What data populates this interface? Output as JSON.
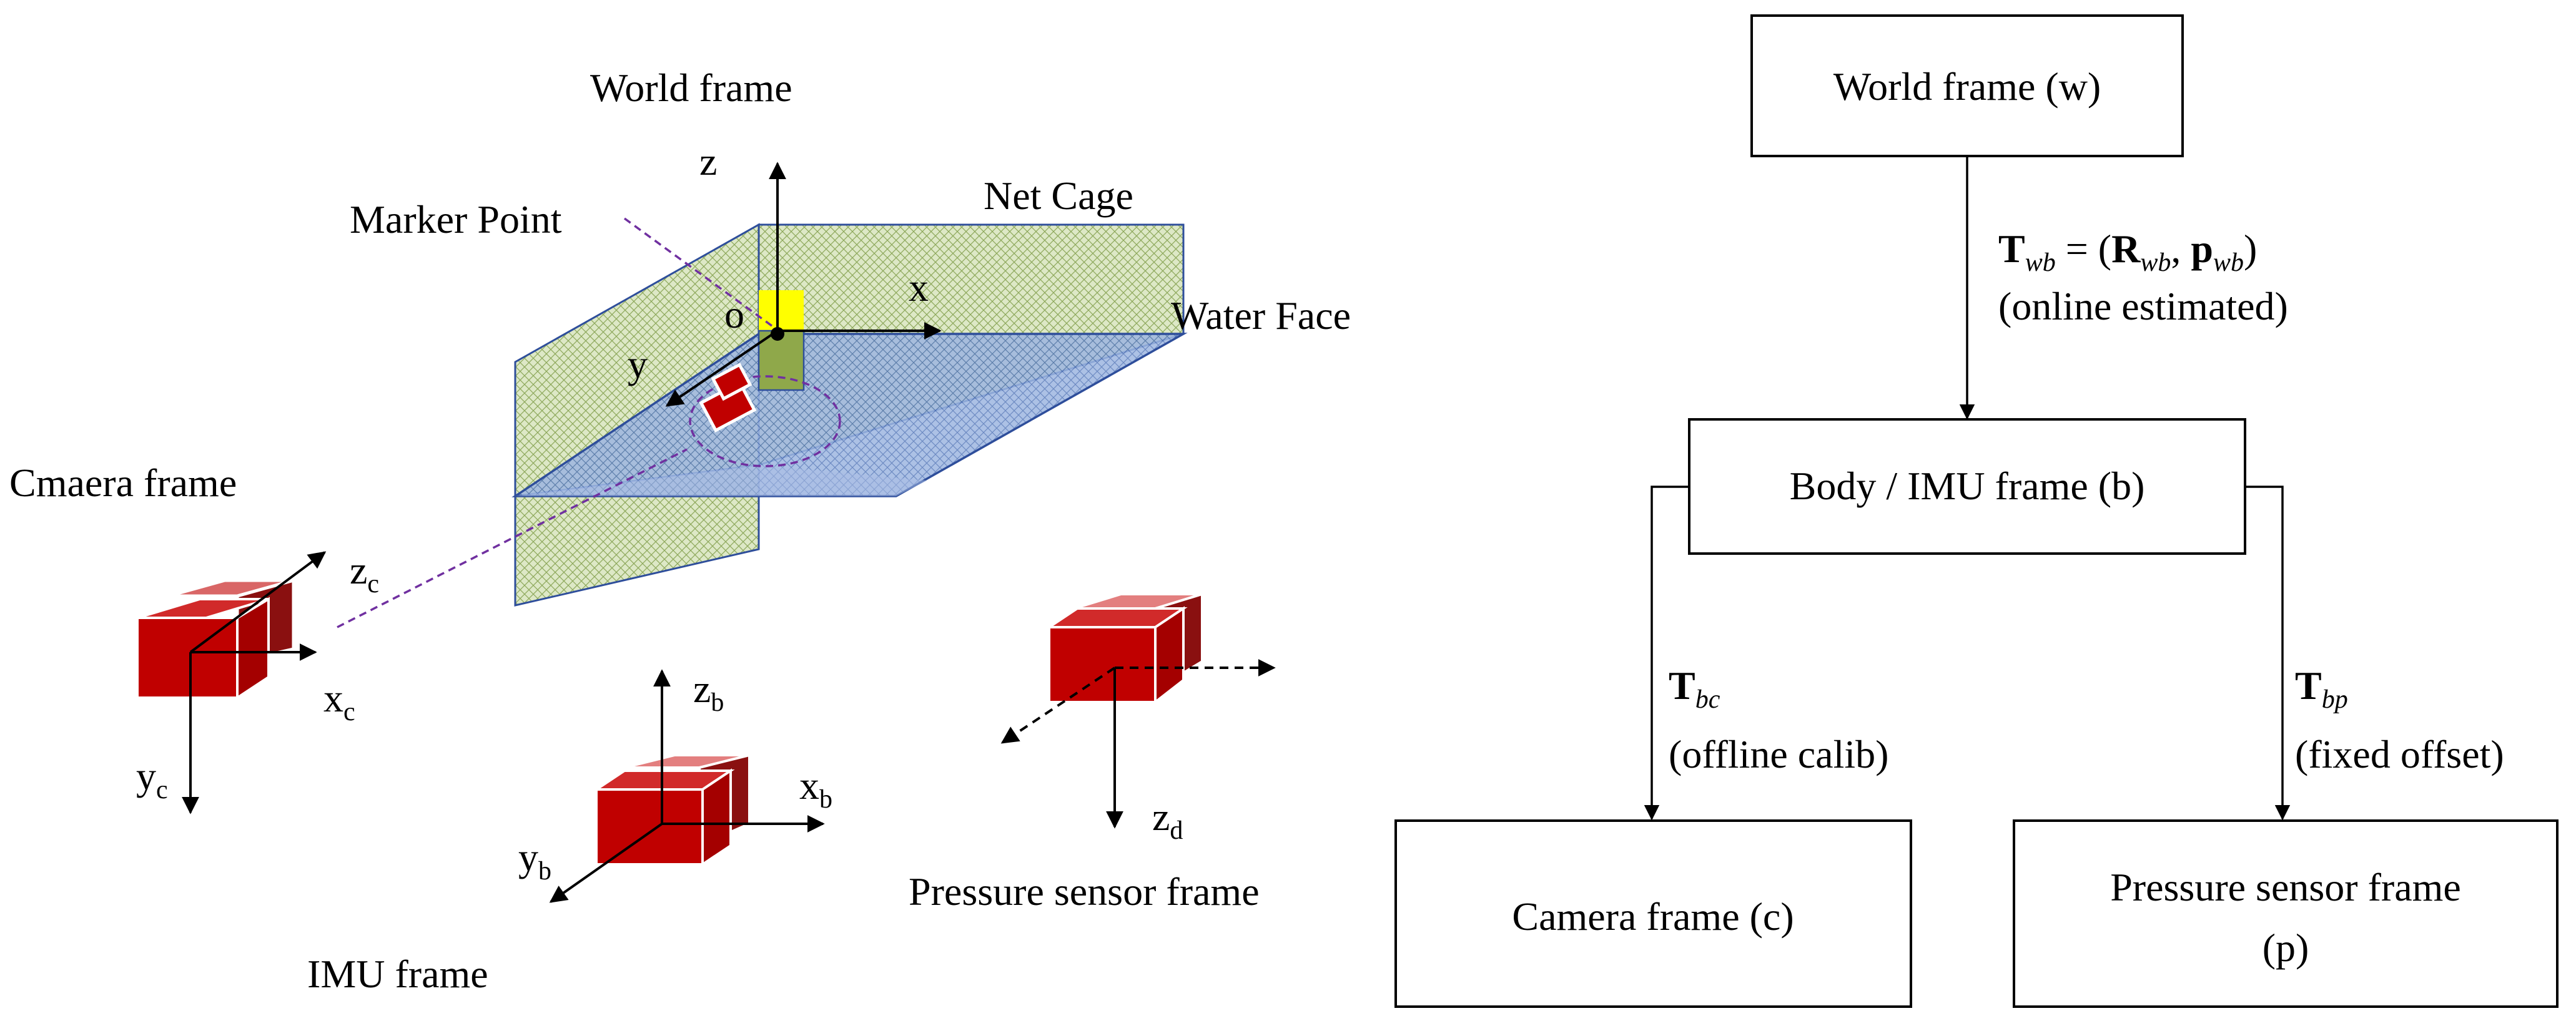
{
  "left_figure": {
    "world_frame_label": "World frame",
    "marker_point_label": "Marker Point",
    "net_cage_label": "Net Cage",
    "water_face_label": "Water Face",
    "camera_frame_label": "Cmaera frame",
    "imu_frame_label": "IMU frame",
    "pressure_frame_label": "Pressure sensor frame",
    "world_axes": {
      "z": "z",
      "x": "x",
      "y": "y",
      "origin": "o"
    },
    "camera_axes": {
      "z": "z",
      "z_sub": "c",
      "x": "x",
      "x_sub": "c",
      "y": "y",
      "y_sub": "c"
    },
    "imu_axes": {
      "z": "z",
      "z_sub": "b",
      "x": "x",
      "x_sub": "b",
      "y": "y",
      "y_sub": "b"
    },
    "pressure_axes": {
      "z": "z",
      "z_sub": "d"
    },
    "colors": {
      "sensor_red": "#c00000",
      "net_green": "#c6d9a0",
      "water_blue": "#8ea9db",
      "marker_yellow": "#ffff00",
      "dashed_purple": "#7030a0"
    }
  },
  "tree": {
    "world": {
      "label": "World frame (w)"
    },
    "body": {
      "label": "Body / IMU frame (b)"
    },
    "camera": {
      "label": "Camera frame (c)"
    },
    "pressure": {
      "line1": "Pressure sensor frame",
      "line2": "(p)"
    },
    "edge_wb": {
      "T": "T",
      "T_sub": "wb",
      "eq": " = (",
      "R": "R",
      "R_sub": "wb",
      "comma": ", ",
      "p": "p",
      "p_sub": "wb",
      "close": ")",
      "note": "(online estimated)"
    },
    "edge_bc": {
      "T": "T",
      "T_sub": "bc",
      "note": "(offline calib)"
    },
    "edge_bp": {
      "T": "T",
      "T_sub": "bp",
      "note": "(fixed offset)"
    }
  }
}
